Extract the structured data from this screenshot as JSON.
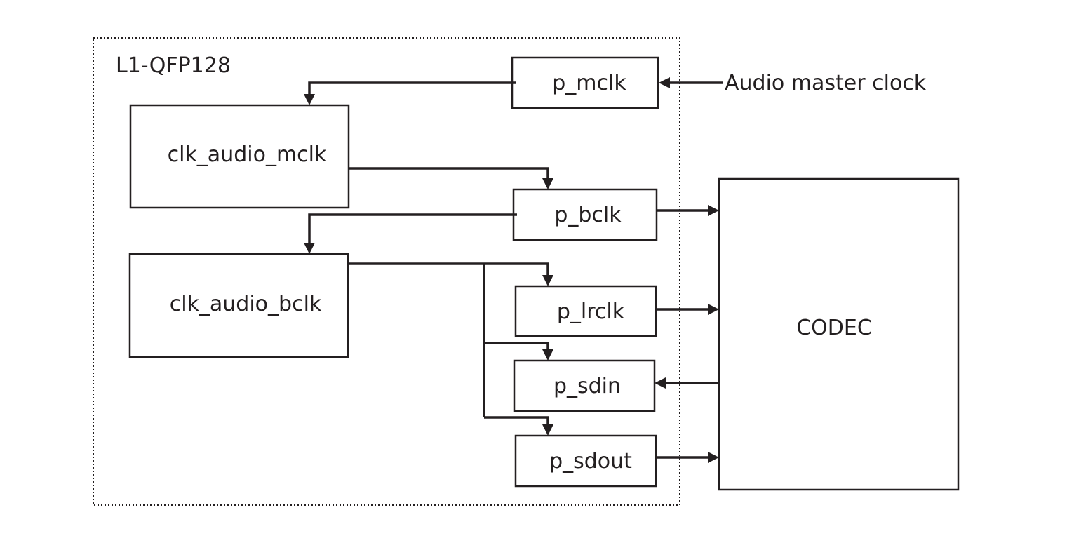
{
  "chip": {
    "label": "L1-QFP128"
  },
  "blocks": {
    "clk_audio_mclk": "clk_audio_mclk",
    "clk_audio_bclk": "clk_audio_bclk",
    "codec": "CODEC"
  },
  "pins": {
    "mclk": "p_mclk",
    "bclk": "p_bclk",
    "lrclk": "p_lrclk",
    "sdin": "p_sdin",
    "sdout": "p_sdout"
  },
  "external": {
    "master_clock_label": "Audio master clock"
  },
  "connections": [
    {
      "from": "Audio master clock",
      "to": "p_mclk"
    },
    {
      "from": "p_mclk",
      "to": "clk_audio_mclk"
    },
    {
      "from": "clk_audio_mclk",
      "to": "p_bclk"
    },
    {
      "from": "p_bclk",
      "to": "clk_audio_bclk"
    },
    {
      "from": "p_bclk",
      "to": "CODEC"
    },
    {
      "from": "clk_audio_bclk",
      "to": "p_lrclk"
    },
    {
      "from": "clk_audio_bclk",
      "to": "p_sdin"
    },
    {
      "from": "clk_audio_bclk",
      "to": "p_sdout"
    },
    {
      "from": "p_lrclk",
      "to": "CODEC"
    },
    {
      "from": "CODEC",
      "to": "p_sdin"
    },
    {
      "from": "p_sdout",
      "to": "CODEC"
    }
  ]
}
